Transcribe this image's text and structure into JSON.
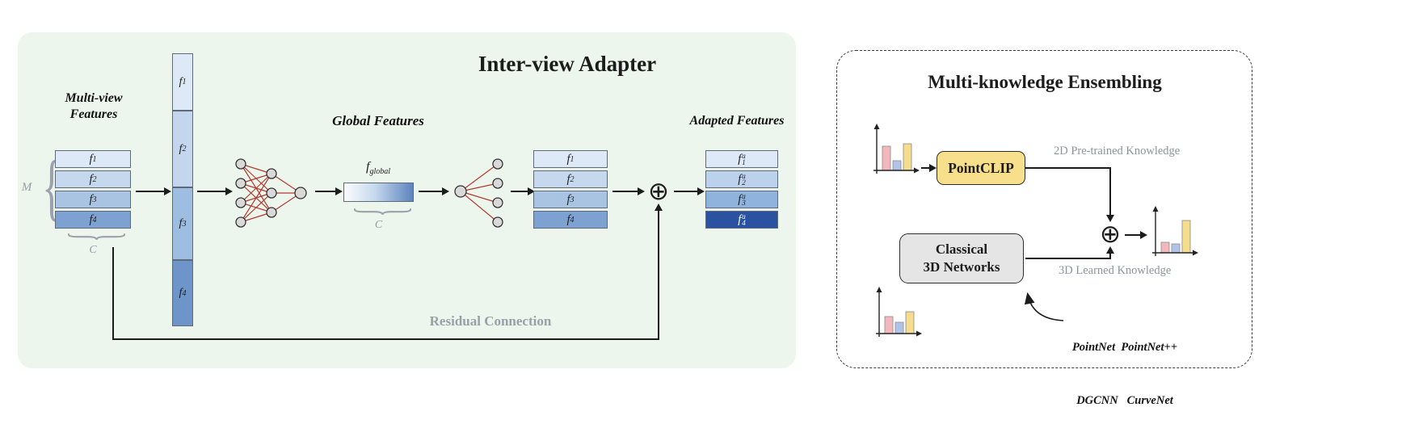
{
  "colors": {
    "left_panel_bg": "#edf6ec",
    "feature_blue_light": "#dde9f6",
    "feature_blue_2": "#c6d8ee",
    "feature_blue_3": "#a9c3e3",
    "feature_blue_4": "#7da2d1",
    "adapted_blue_dark": "#2a52a0",
    "nn_edge_red": "#b2392e",
    "pointclip_yellow": "#f8df8b",
    "classical_gray": "#e5e5e5",
    "bar_pink": "#f3b8bd",
    "bar_blue": "#b3c3e8",
    "bar_yellow": "#f6dc8d",
    "muted_gray": "#8d949c"
  },
  "left_panel": {
    "title": "Inter-view Adapter",
    "multiview_label_line1": "Multi-view",
    "multiview_label_line2": "Features",
    "m_label": "M",
    "c_label": "C",
    "input_stack": [
      {
        "base": "f",
        "sub": "1"
      },
      {
        "base": "f",
        "sub": "2"
      },
      {
        "base": "f",
        "sub": "3"
      },
      {
        "base": "f",
        "sub": "4"
      }
    ],
    "concat_stack": [
      {
        "base": "f",
        "sub": "1"
      },
      {
        "base": "f",
        "sub": "2"
      },
      {
        "base": "f",
        "sub": "3"
      },
      {
        "base": "f",
        "sub": "4"
      }
    ],
    "global_features_label": "Global Features",
    "f_global": {
      "base": "f",
      "sub": "global"
    },
    "global_c_label": "C",
    "mid_stack": [
      {
        "base": "f",
        "sub": "1"
      },
      {
        "base": "f",
        "sub": "2"
      },
      {
        "base": "f",
        "sub": "3"
      },
      {
        "base": "f",
        "sub": "4"
      }
    ],
    "adapted_features_label": "Adapted Features",
    "adapted_stack": [
      {
        "base": "f",
        "sub": "1",
        "sup": "a"
      },
      {
        "base": "f",
        "sub": "2",
        "sup": "a"
      },
      {
        "base": "f",
        "sub": "3",
        "sup": "a"
      },
      {
        "base": "f",
        "sub": "4",
        "sup": "a"
      }
    ],
    "sum_symbol": "⊕",
    "residual_label": "Residual Connection"
  },
  "right_panel": {
    "title": "Multi-knowledge Ensembling",
    "pointclip_label": "PointCLIP",
    "classical_label_line1": "Classical",
    "classical_label_line2": "3D Networks",
    "knowledge_2d_label": "2D Pre-trained Knowledge",
    "knowledge_3d_label": "3D Learned Knowledge",
    "sum_symbol": "⊕",
    "networks_line1": "PointNet  PointNet++",
    "networks_line2": "DGCNN   CurveNet"
  }
}
